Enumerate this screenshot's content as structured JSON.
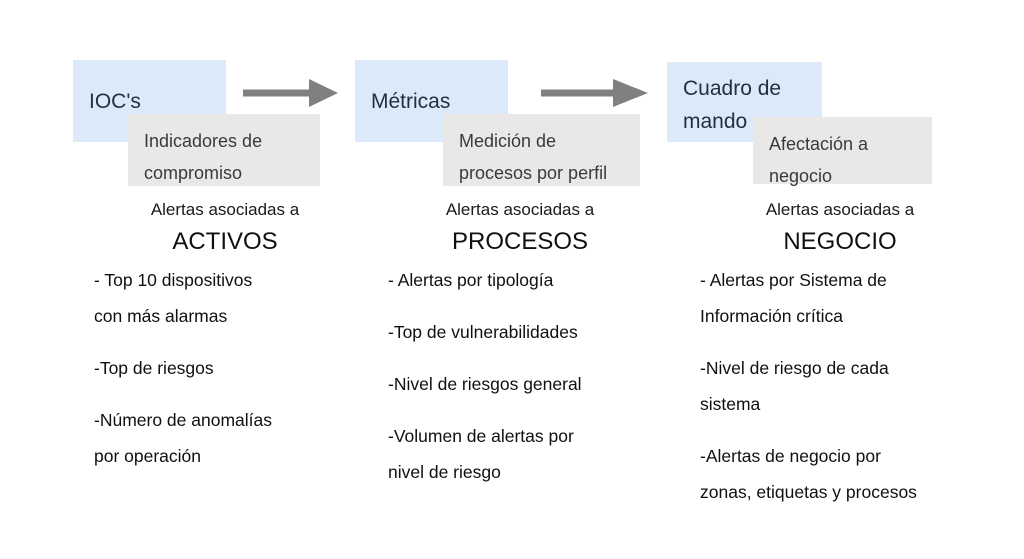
{
  "diagram": {
    "type": "process-flow",
    "colors": {
      "stage_box_fill": "#dce9f8",
      "detail_box_fill": "#eae8e6",
      "arrow": "#808080",
      "background": "#ffffff",
      "text": "#101010"
    },
    "arrows": [
      {
        "name": "arrow-ioc-to-metricas",
        "direction": "right"
      },
      {
        "name": "arrow-metricas-to-cuadro",
        "direction": "right"
      }
    ],
    "stages": [
      {
        "id": "activos",
        "stage_label": "IOC's",
        "detail_label": "Indicadores de\ncompromiso",
        "assoc_line": "Alertas asociadas a",
        "title": "ACTIVOS",
        "bullets": [
          "- Top 10 dispositivos\ncon más alarmas",
          "-Top de riesgos",
          "-Número de anomalías\npor operación"
        ]
      },
      {
        "id": "procesos",
        "stage_label": "Métricas",
        "detail_label": "Medición de\nprocesos por perfil",
        "assoc_line": "Alertas asociadas a",
        "title": "PROCESOS",
        "bullets": [
          "- Alertas por tipología",
          "-Top de vulnerabilidades",
          "-Nivel de riesgos general",
          "-Volumen de alertas por\nnivel de riesgo"
        ]
      },
      {
        "id": "negocio",
        "stage_label": "Cuadro de\nmando",
        "detail_label": "Afectación a\nnegocio",
        "assoc_line": "Alertas asociadas a",
        "title": "NEGOCIO",
        "bullets": [
          "- Alertas por Sistema de\nInformación crítica",
          "-Nivel de riesgo de cada\nsistema",
          "-Alertas de negocio por\nzonas, etiquetas y procesos"
        ]
      }
    ]
  }
}
